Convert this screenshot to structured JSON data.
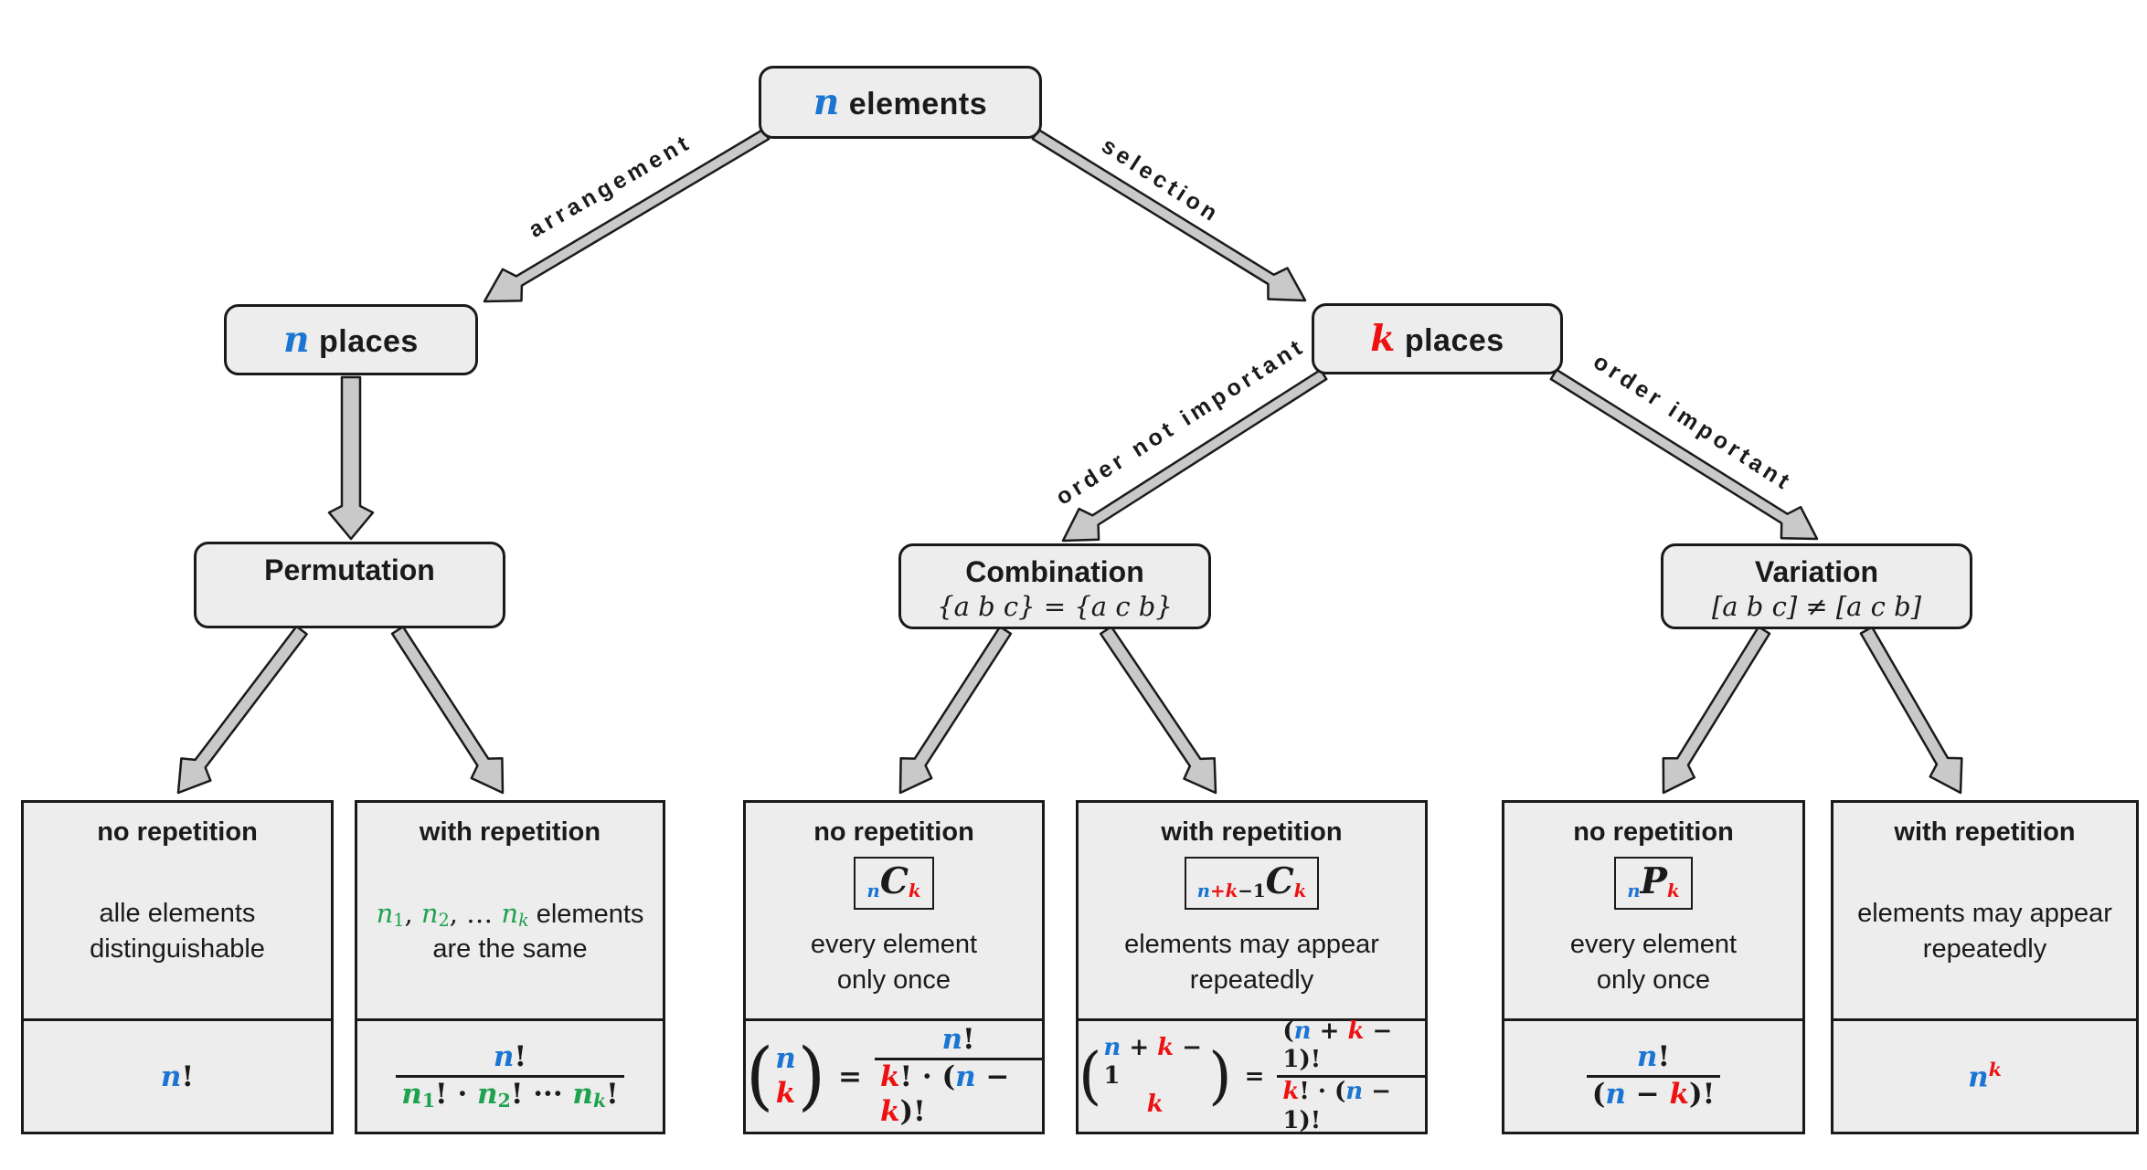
{
  "colors": {
    "blue": "#1b75d2",
    "red": "#ee1111",
    "green": "#1fa24f",
    "ink": "#1a1a1a",
    "box_fill": "#ededed",
    "arrow_fill": "#c9c9c9"
  },
  "glyphs": {
    "lparen": "(",
    "rparen": ")",
    "equals": "="
  },
  "nodes": {
    "root": {
      "tokens": [
        {
          "t": "n",
          "c": "blue",
          "m": 1,
          "i": 1
        },
        {
          "t": " elements"
        }
      ]
    },
    "n_places": {
      "tokens": [
        {
          "t": "n",
          "c": "blue",
          "m": 1,
          "i": 1
        },
        {
          "t": " places"
        }
      ]
    },
    "k_places": {
      "tokens": [
        {
          "t": "k",
          "c": "red",
          "m": 1,
          "i": 1
        },
        {
          "t": " places"
        }
      ]
    },
    "permutation": {
      "title": "Permutation",
      "subtitle": ""
    },
    "combination": {
      "title": "Combination",
      "subtitle": "{a b c} = {a c b}"
    },
    "variation": {
      "title": "Variation",
      "subtitle": "[a b c] ≠ [a c b]"
    }
  },
  "edges": {
    "arrangement": "arrangement",
    "selection": "selection",
    "order_not_important": "order not important",
    "order_important": "order important"
  },
  "leaves": [
    {
      "title": "no repetition",
      "desc": [
        [
          {
            "t": "alle elements"
          }
        ],
        [
          {
            "t": "distinguishable"
          }
        ]
      ],
      "formula": {
        "tokens": [
          {
            "t": "n",
            "c": "blue",
            "i": 1
          },
          {
            "t": "!"
          }
        ]
      }
    },
    {
      "title": "with repetition",
      "desc": [
        [
          {
            "t": "n",
            "c": "green",
            "m": 1,
            "i": 1
          },
          {
            "t": "1",
            "c": "green",
            "m": 1,
            "v": "sub"
          },
          {
            "t": ", ",
            "m": 1
          },
          {
            "t": "n",
            "c": "green",
            "m": 1,
            "i": 1
          },
          {
            "t": "2",
            "c": "green",
            "m": 1,
            "v": "sub"
          },
          {
            "t": ", … ",
            "m": 1
          },
          {
            "t": "n",
            "c": "green",
            "m": 1,
            "i": 1
          },
          {
            "t": "k",
            "c": "green",
            "m": 1,
            "i": 1,
            "v": "sub"
          },
          {
            "t": " elements"
          }
        ],
        [
          {
            "t": "are the same"
          }
        ]
      ],
      "formula": {
        "num": [
          {
            "t": "n",
            "c": "blue",
            "i": 1
          },
          {
            "t": "!"
          }
        ],
        "den": [
          {
            "t": "n",
            "c": "green",
            "i": 1
          },
          {
            "t": "1",
            "c": "green",
            "v": "sub"
          },
          {
            "t": "! · "
          },
          {
            "t": "n",
            "c": "green",
            "i": 1
          },
          {
            "t": "2",
            "c": "green",
            "v": "sub"
          },
          {
            "t": "! ··· "
          },
          {
            "t": "n",
            "c": "green",
            "i": 1
          },
          {
            "t": "k",
            "c": "green",
            "i": 1,
            "v": "sub"
          },
          {
            "t": "!"
          }
        ]
      }
    },
    {
      "title": "no repetition",
      "symbol": [
        {
          "t": "n",
          "c": "blue",
          "i": 1,
          "v": "sub"
        },
        {
          "t": "C",
          "i": 1,
          "big": 1
        },
        {
          "t": "k",
          "c": "red",
          "i": 1,
          "v": "sub"
        }
      ],
      "desc": [
        [
          {
            "t": "every element"
          }
        ],
        [
          {
            "t": "only once"
          }
        ]
      ],
      "formula": {
        "binom_top": [
          {
            "t": "n",
            "c": "blue",
            "i": 1
          }
        ],
        "binom_bot": [
          {
            "t": "k",
            "c": "red",
            "i": 1
          }
        ],
        "num": [
          {
            "t": "n",
            "c": "blue",
            "i": 1
          },
          {
            "t": "!"
          }
        ],
        "den": [
          {
            "t": "k",
            "c": "red",
            "i": 1
          },
          {
            "t": "! · ("
          },
          {
            "t": "n",
            "c": "blue",
            "i": 1
          },
          {
            "t": " − "
          },
          {
            "t": "k",
            "c": "red",
            "i": 1
          },
          {
            "t": ")!"
          }
        ]
      }
    },
    {
      "title": "with repetition",
      "symbol": [
        {
          "t": "n",
          "c": "blue",
          "i": 1,
          "v": "sub"
        },
        {
          "t": "+",
          "c": "red",
          "v": "sub"
        },
        {
          "t": "k",
          "c": "red",
          "i": 1,
          "v": "sub"
        },
        {
          "t": "−1",
          "v": "sub"
        },
        {
          "t": "C",
          "i": 1,
          "big": 1
        },
        {
          "t": "k",
          "c": "red",
          "i": 1,
          "v": "sub"
        }
      ],
      "desc": [
        [
          {
            "t": "elements may appear"
          }
        ],
        [
          {
            "t": "repeatedly"
          }
        ]
      ],
      "formula": {
        "binom_top": [
          {
            "t": "n",
            "c": "blue",
            "i": 1
          },
          {
            "t": " + "
          },
          {
            "t": "k",
            "c": "red",
            "i": 1
          },
          {
            "t": " − 1"
          }
        ],
        "binom_bot": [
          {
            "t": "k",
            "c": "red",
            "i": 1
          }
        ],
        "num": [
          {
            "t": "("
          },
          {
            "t": "n",
            "c": "blue",
            "i": 1
          },
          {
            "t": " + "
          },
          {
            "t": "k",
            "c": "red",
            "i": 1
          },
          {
            "t": " − 1)!"
          }
        ],
        "den": [
          {
            "t": "k",
            "c": "red",
            "i": 1
          },
          {
            "t": "! · ("
          },
          {
            "t": "n",
            "c": "blue",
            "i": 1
          },
          {
            "t": " − 1)!"
          }
        ]
      }
    },
    {
      "title": "no repetition",
      "symbol": [
        {
          "t": "n",
          "c": "blue",
          "i": 1,
          "v": "sub"
        },
        {
          "t": "P",
          "i": 1,
          "big": 1
        },
        {
          "t": "k",
          "c": "red",
          "i": 1,
          "v": "sub"
        }
      ],
      "desc": [
        [
          {
            "t": "every element"
          }
        ],
        [
          {
            "t": "only once"
          }
        ]
      ],
      "formula": {
        "num": [
          {
            "t": "n",
            "c": "blue",
            "i": 1
          },
          {
            "t": "!"
          }
        ],
        "den": [
          {
            "t": "("
          },
          {
            "t": "n",
            "c": "blue",
            "i": 1
          },
          {
            "t": " − "
          },
          {
            "t": "k",
            "c": "red",
            "i": 1
          },
          {
            "t": ")!"
          }
        ]
      }
    },
    {
      "title": "with repetition",
      "desc": [
        [
          {
            "t": "elements may appear"
          }
        ],
        [
          {
            "t": "repeatedly"
          }
        ]
      ],
      "formula": {
        "tokens": [
          {
            "t": "n",
            "c": "blue",
            "i": 1
          },
          {
            "t": "k",
            "c": "red",
            "i": 1,
            "v": "sup"
          }
        ]
      }
    }
  ]
}
